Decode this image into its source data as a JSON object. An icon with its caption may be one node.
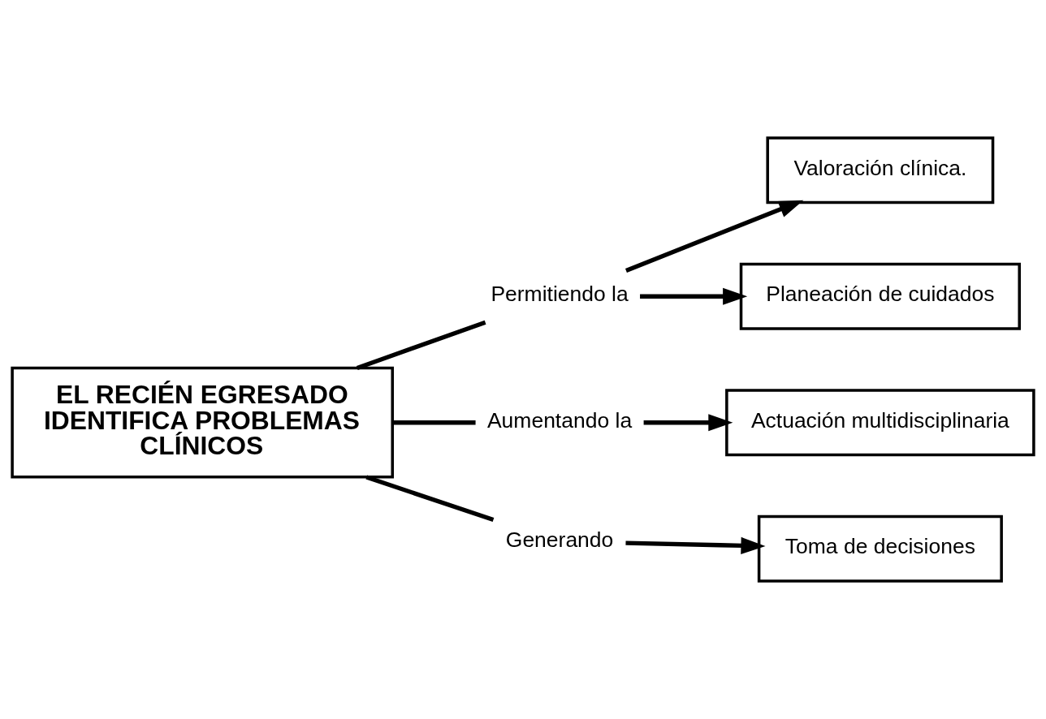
{
  "diagram": {
    "nodes": [
      {
        "text": [
          "EL RECIÉN EGRESADO IDENTIFICA PROBLEMAS CLÍNICOS"
        ]
      },
      {
        "text": [
          "Permitiendo la"
        ]
      },
      {
        "text": [
          "Valoración clínica."
        ]
      },
      {
        "text": [
          "Planeación de cuidados"
        ]
      },
      {
        "text": [
          "Aumentando la"
        ]
      },
      {
        "text": [
          "Actuación multidisciplinaria"
        ]
      },
      {
        "text": [
          "Generando"
        ]
      },
      {
        "text": [
          "Toma de decisiones"
        ]
      }
    ],
    "edges": [
      {
        "from": 0,
        "to": 1,
        "arrow": "none"
      },
      {
        "from": 1,
        "to": 2,
        "arrow": "to"
      },
      {
        "from": 1,
        "to": 3,
        "arrow": "to"
      },
      {
        "from": 0,
        "to": 4,
        "arrow": "none"
      },
      {
        "from": 4,
        "to": 5,
        "arrow": "to"
      },
      {
        "from": 0,
        "to": 6,
        "arrow": "none"
      },
      {
        "from": 6,
        "to": 7,
        "arrow": "to"
      }
    ]
  }
}
